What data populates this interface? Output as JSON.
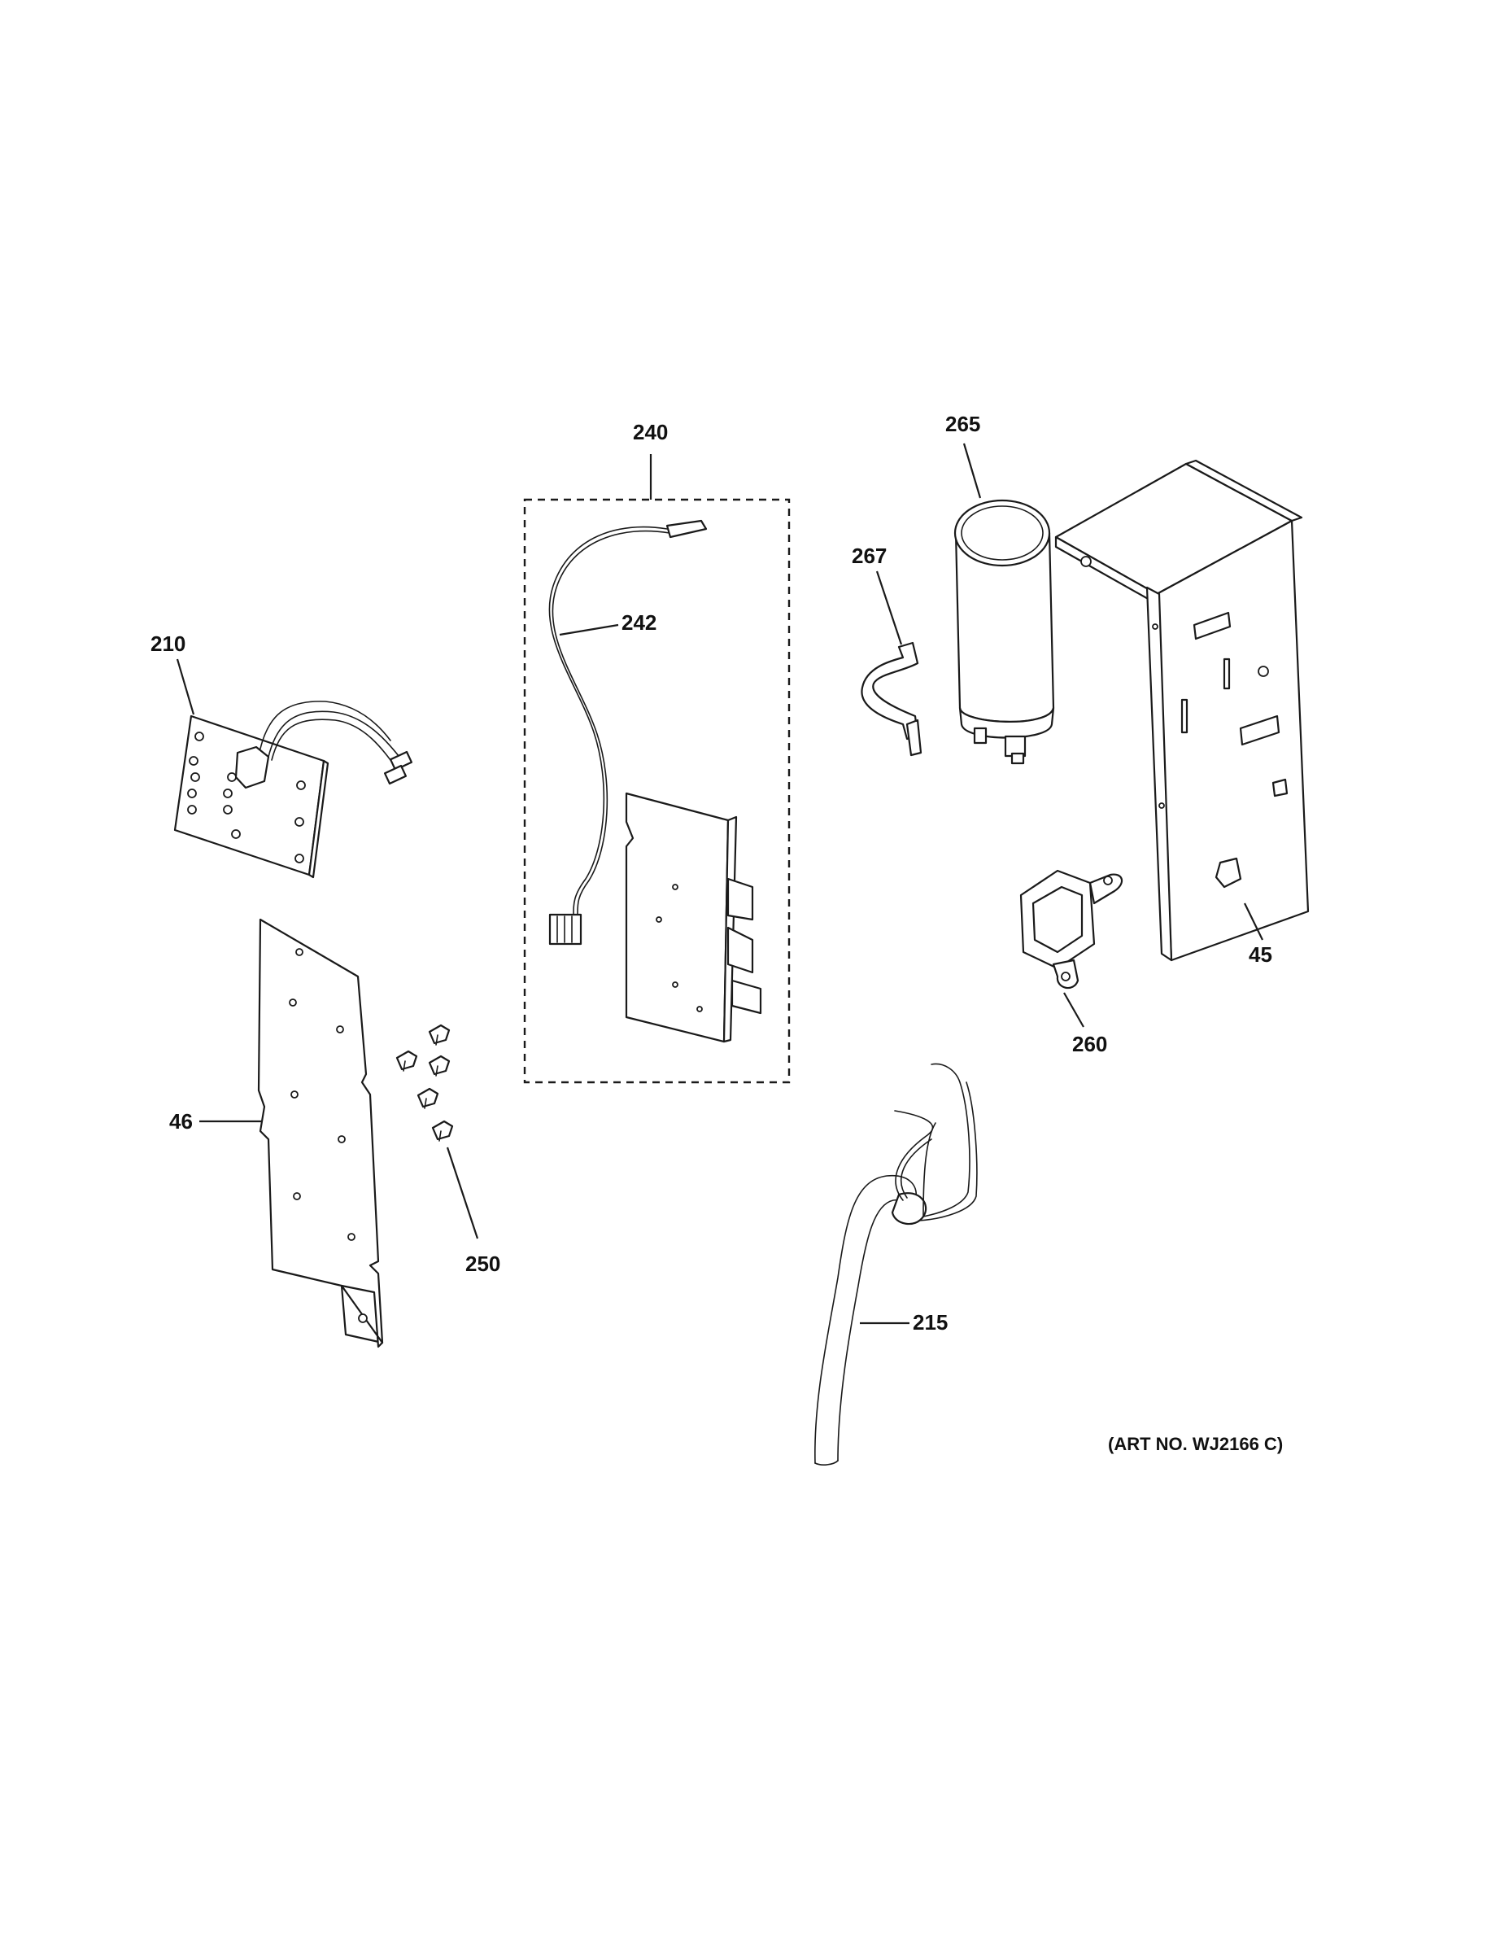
{
  "callouts": {
    "p240": "240",
    "p242": "242",
    "p265": "265",
    "p267": "267",
    "p210": "210",
    "p45": "45",
    "p260": "260",
    "p46": "46",
    "p250": "250",
    "p215": "215"
  },
  "art_number": "(ART NO. WJ2166 C)"
}
